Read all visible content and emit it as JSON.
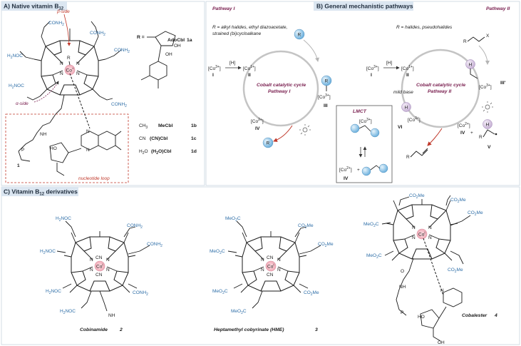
{
  "panels": {
    "a": {
      "title": "A) Native vitamin B",
      "title_sub": "12",
      "beta_side": "β-side",
      "alpha_side": "α-side",
      "nucleotide_loop": "nucleotide loop",
      "compound_num": "1",
      "r_def": "R =",
      "ado_name": "AdoCbl",
      "ado_num": "1a",
      "rows": [
        {
          "r": "CH",
          "r_sub": "3",
          "name": "MeCbl",
          "num": "1b"
        },
        {
          "r": "CN",
          "r_sub": "",
          "name": "(CN)Cbl",
          "num": "1c"
        },
        {
          "r": "H",
          "r_sub": "2",
          "r_tail": "O",
          "name": "(H",
          "name_sub": "2",
          "name_tail": "O)Cbl",
          "num": "1d"
        }
      ],
      "groups": {
        "conh2": "CONH",
        "conh2_sub": "2",
        "h2noc": "H",
        "h2noc_sub": "2",
        "h2noc_tail": "NOC",
        "co": "Co",
        "co_charge": "+",
        "r": "R",
        "n": "N",
        "nh": "NH",
        "ho": "HO",
        "o": "O",
        "p": "P"
      }
    },
    "b": {
      "title": "B) General mechanistic pathways",
      "pathway1": "Pathway I",
      "pathway2": "Pathway II",
      "r1_def": "R = alkyl halides, ethyl diazoacetate,",
      "r1_def2": "strained (bi)cycloalkane",
      "r2_def": "R = halides, pseudohalides",
      "cycle1_l1": "Cobalt catalytic cycle",
      "cycle1_l2": "Pathway I",
      "cycle2_l1": "Cobalt catalytic cycle",
      "cycle2_l2": "Pathway II",
      "h_reag": "[H]",
      "co3": "[Co",
      "co3_sup": "3+",
      "co1_sup": "1+",
      "co2_sup": "2+",
      "bracket_close": "]",
      "roman": {
        "i": "I",
        "ii": "II",
        "iii": "III",
        "iv": "IV",
        "v": "V",
        "vi": "VI",
        "iii_prime": "III'"
      },
      "mild_base": "mild base",
      "lmct": "LMCT",
      "r_ball": "R",
      "h_ball": "H",
      "x_label": "X",
      "r_label": "R",
      "plus": "+"
    },
    "c": {
      "title": "C) Vitamin B",
      "title_sub": "12",
      "title_tail": " derivatives",
      "compounds": [
        {
          "name": "Cobinamide",
          "num": "2"
        },
        {
          "name": "Heptamethyl cobyrinate (HME)",
          "num": "3"
        },
        {
          "name": "Cobalester",
          "num": "4"
        }
      ],
      "co2me": "CO",
      "co2me_sub": "2",
      "co2me_tail": "Me",
      "meo2c": "MeO",
      "meo2c_sub": "2",
      "meo2c_tail": "C",
      "cn": "CN",
      "co_i": "Co",
      "co_i_sup": "I",
      "oh": "OH"
    }
  },
  "colors": {
    "header_bg": "#dbe6f1",
    "accent_blue": "#2f6fa8",
    "accent_red": "#c0392b",
    "cycle_purple": "#7a2050",
    "ring_pink": "#f4c6cf",
    "ball_blue": "#8cc3e6"
  }
}
